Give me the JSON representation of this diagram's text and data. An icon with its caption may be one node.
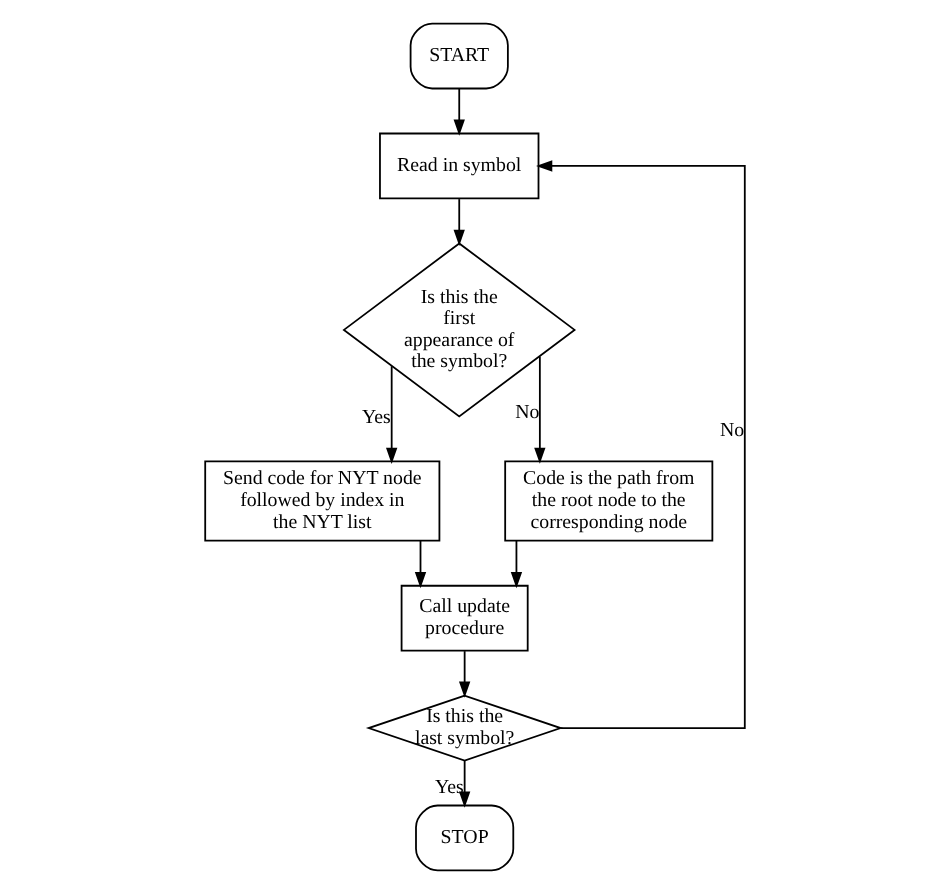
{
  "diagram": {
    "nodes": [
      {
        "text": [
          "START"
        ]
      },
      {
        "text": [
          "Read in symbol"
        ]
      },
      {
        "text": [
          "Is this the first appearance of the symbol?"
        ]
      },
      {
        "text": [
          "Send code for NYT node followed by index in the NYT list"
        ]
      },
      {
        "text": [
          "Code is the path from the root node to the corresponding node"
        ]
      },
      {
        "text": [
          "Call update procedure"
        ]
      },
      {
        "text": [
          "Is this the last symbol?"
        ]
      },
      {
        "text": [
          "STOP"
        ]
      }
    ],
    "edges": [
      {
        "from": 0,
        "to": 1,
        "arrow": "to"
      },
      {
        "from": 1,
        "to": 2,
        "arrow": "to"
      },
      {
        "from": 2,
        "to": 3,
        "arrow": "to",
        "label": "Yes"
      },
      {
        "from": 2,
        "to": 4,
        "arrow": "to",
        "label": "No"
      },
      {
        "from": 3,
        "to": 5,
        "arrow": "to"
      },
      {
        "from": 4,
        "to": 5,
        "arrow": "to"
      },
      {
        "from": 5,
        "to": 6,
        "arrow": "to"
      },
      {
        "from": 6,
        "to": 7,
        "arrow": "to",
        "label": "Yes"
      },
      {
        "from": 6,
        "to": 1,
        "arrow": "to",
        "label": "No"
      }
    ]
  }
}
